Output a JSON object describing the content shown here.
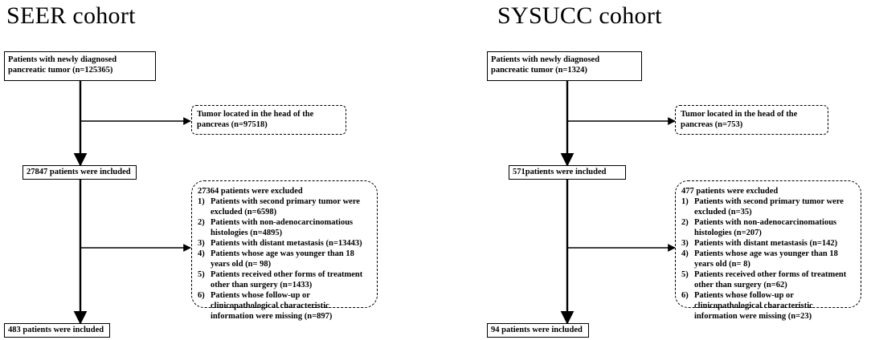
{
  "cohorts": [
    {
      "title": "SEER cohort",
      "start_box": "Patients with newly diagnosed pancreatic tumor (n=125365)",
      "exclusion_1": "Tumor located in the head of the pancreas (n=97518)",
      "included_1": "27847 patients were included",
      "exclusion_2": {
        "header": "27364 patients were excluded",
        "items": [
          {
            "num": "1)",
            "text": "Patients with second primary tumor were excluded (n=6598)"
          },
          {
            "num": "2)",
            "text": "Patients with non-adenocarcinomatious histologies (n=4895)"
          },
          {
            "num": "3)",
            "text": "Patients with distant metastasis (n=13443)"
          },
          {
            "num": "4)",
            "text": "Patients whose age was younger than 18 years old (n= 98)"
          },
          {
            "num": "5)",
            "text": "Patients received other forms of treatment other than surgery (n=1433)"
          },
          {
            "num": "6)",
            "text": "Patients whose follow-up or clinicopathological characteristic information were missing  (n=897)"
          }
        ]
      },
      "final": "483 patients were included"
    },
    {
      "title": "SYSUCC cohort",
      "start_box": "Patients with newly diagnosed pancreatic tumor (n=1324)",
      "exclusion_1": "Tumor located in the head of the pancreas (n=753)",
      "included_1": "571patients were included",
      "exclusion_2": {
        "header": "477 patients were excluded",
        "items": [
          {
            "num": "1)",
            "text": "Patients with second primary tumor were excluded (n=35)"
          },
          {
            "num": "2)",
            "text": "Patients with non-adenocarcinomatious histologies (n=207)"
          },
          {
            "num": "3)",
            "text": "Patients with distant metastasis (n=142)"
          },
          {
            "num": "4)",
            "text": "Patients whose age was younger than 18 years old (n= 8)"
          },
          {
            "num": "5)",
            "text": "Patients received other forms of treatment other than surgery (n=62)"
          },
          {
            "num": "6)",
            "text": "Patients whose follow-up or clinicopathological characteristic information were missing  (n=23)"
          }
        ]
      },
      "final": "94 patients were included"
    }
  ]
}
